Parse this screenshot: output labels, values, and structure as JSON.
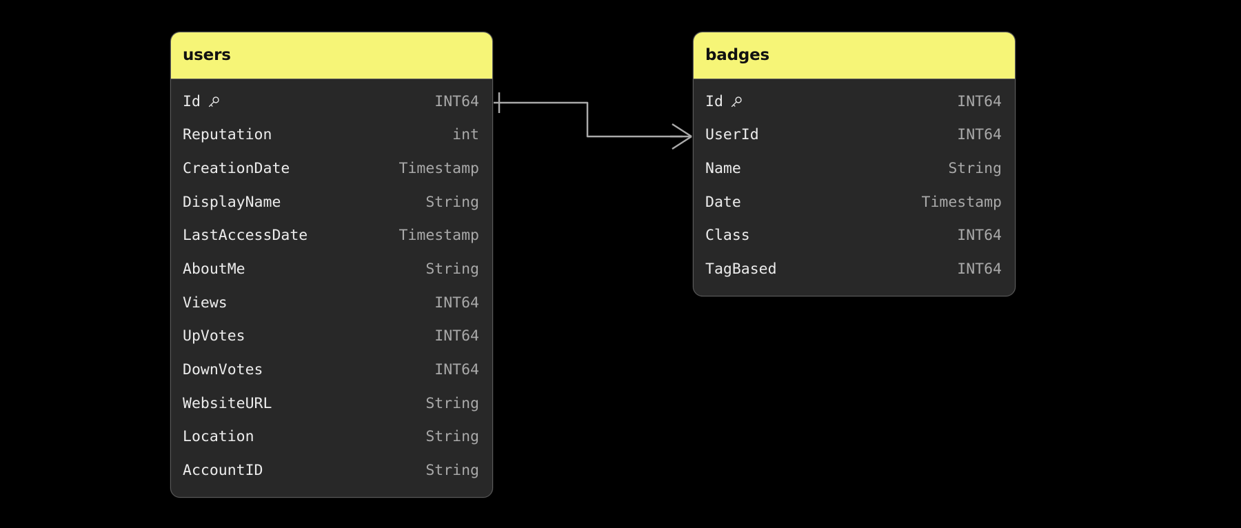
{
  "background_color": "#000000",
  "theme": {
    "header_color": "#F6F577",
    "card_background": "#282828",
    "border_color": "#5b5b5b",
    "field_name_color": "#ECECEC",
    "field_type_color": "#A9A9A9",
    "relation_line_color": "#AAAAAA",
    "title_text_color": "#111111"
  },
  "entities": [
    {
      "name": "users",
      "fields": [
        {
          "name": "Id",
          "type": "INT64",
          "icon": "key-icon"
        },
        {
          "name": "Reputation",
          "type": "int",
          "icon": ""
        },
        {
          "name": "CreationDate",
          "type": "Timestamp",
          "icon": ""
        },
        {
          "name": "DisplayName",
          "type": "String",
          "icon": ""
        },
        {
          "name": "LastAccessDate",
          "type": "Timestamp",
          "icon": ""
        },
        {
          "name": "AboutMe",
          "type": "String",
          "icon": ""
        },
        {
          "name": "Views",
          "type": "INT64",
          "icon": ""
        },
        {
          "name": "UpVotes",
          "type": "INT64",
          "icon": ""
        },
        {
          "name": "DownVotes",
          "type": "INT64",
          "icon": ""
        },
        {
          "name": "WebsiteURL",
          "type": "String",
          "icon": ""
        },
        {
          "name": "Location",
          "type": "String",
          "icon": ""
        },
        {
          "name": "AccountID",
          "type": "String",
          "icon": ""
        }
      ]
    },
    {
      "name": "badges",
      "fields": [
        {
          "name": "Id",
          "type": "INT64",
          "icon": "key-icon"
        },
        {
          "name": "UserId",
          "type": "INT64",
          "icon": ""
        },
        {
          "name": "Name",
          "type": "String",
          "icon": ""
        },
        {
          "name": "Date",
          "type": "Timestamp",
          "icon": ""
        },
        {
          "name": "Class",
          "type": "INT64",
          "icon": ""
        },
        {
          "name": "TagBased",
          "type": "INT64",
          "icon": ""
        }
      ]
    }
  ],
  "relationships": [
    {
      "from_entity": "users",
      "from_field": "Id",
      "to_entity": "badges",
      "to_field": "UserId",
      "from_cardinality": "one",
      "to_cardinality": "many"
    }
  ]
}
